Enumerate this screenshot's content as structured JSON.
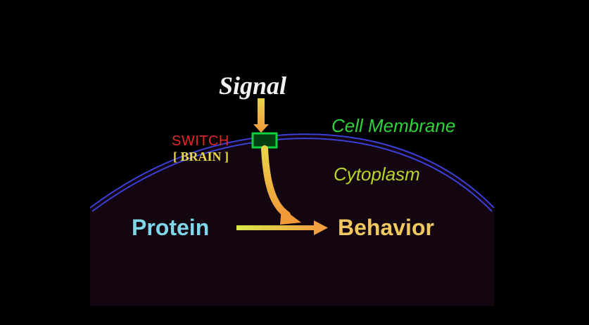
{
  "labels": {
    "signal": "Signal",
    "switch": "SWITCH",
    "brain": "[ BRAIN ]",
    "cell_membrane": "Cell Membrane",
    "cytoplasm": "Cytoplasm",
    "protein": "Protein",
    "behavior": "Behavior"
  },
  "colors": {
    "background": "#000000",
    "cytoplasm_fill": "#140610",
    "membrane": "#3b3fd6",
    "switch_box": "#00a33a",
    "signal_arrow": "#f2b33a",
    "protein_arrow": "#f2b33a"
  }
}
